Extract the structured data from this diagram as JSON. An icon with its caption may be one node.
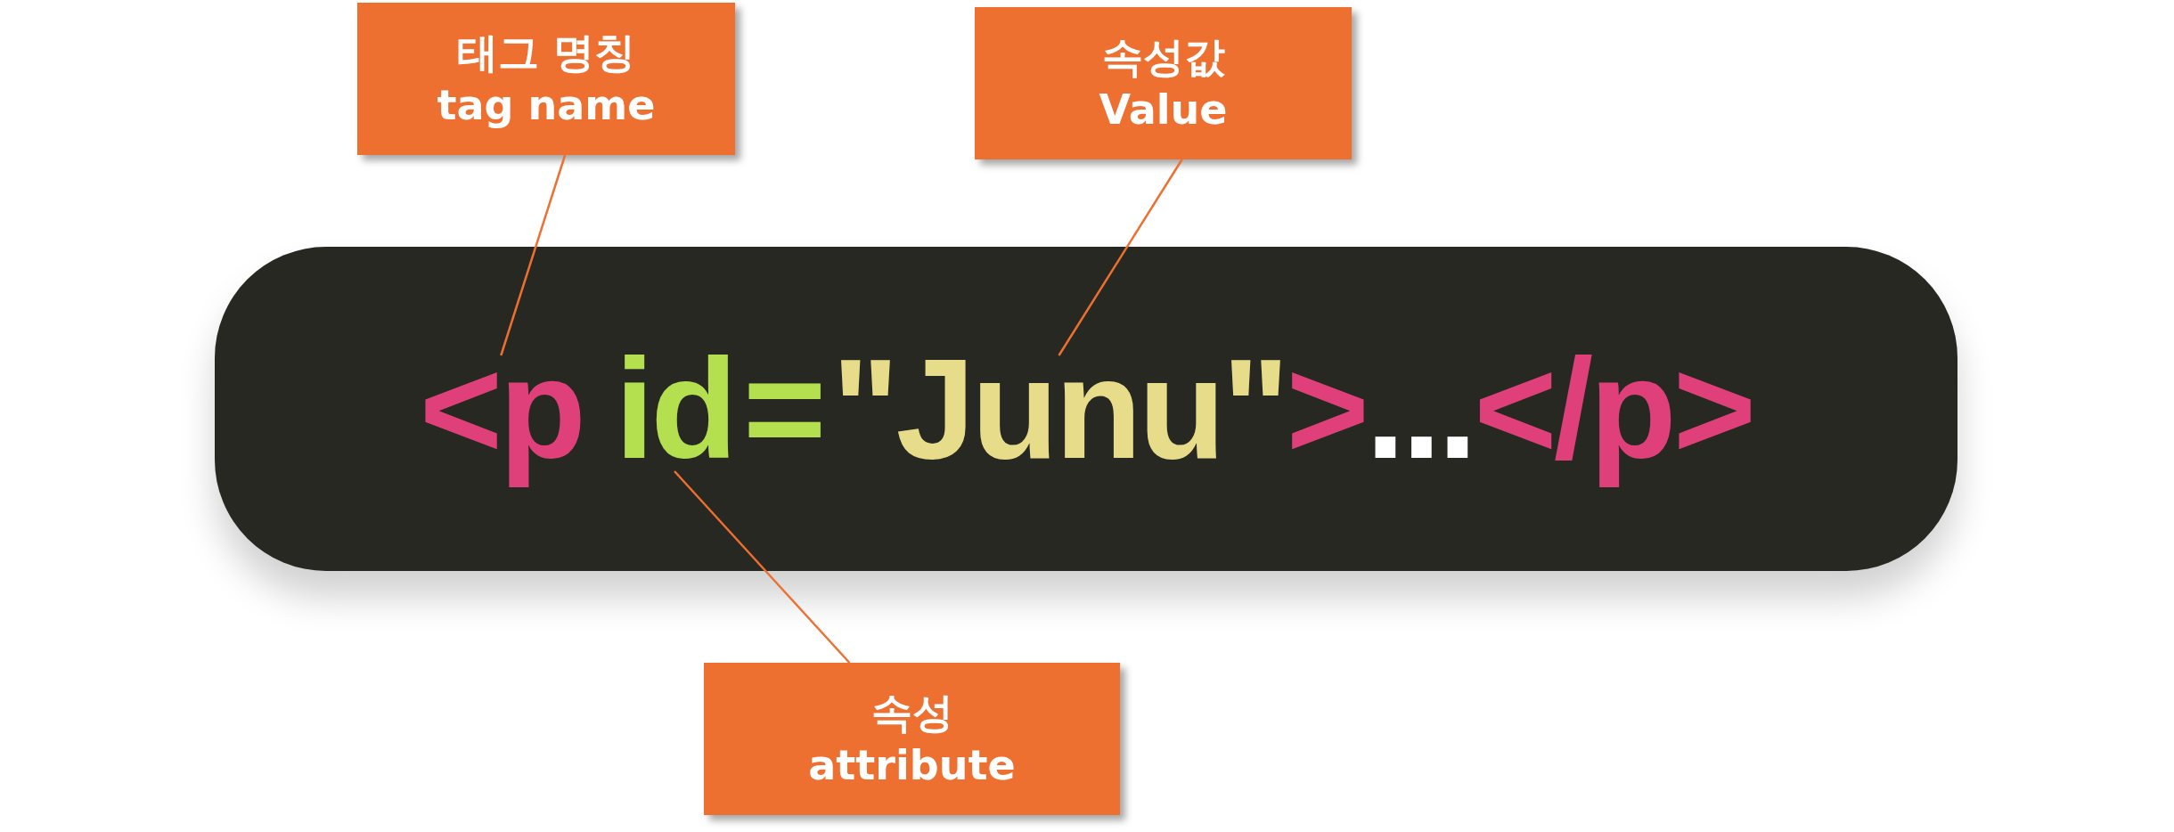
{
  "diagram": {
    "nodes": [
      {
        "text": [
          "태그 명칭",
          "tag name"
        ]
      },
      {
        "text": [
          "속성값",
          "Value"
        ]
      },
      {
        "text": [],
        "shape": "box"
      },
      {
        "text": [
          "<p"
        ],
        "in": 2
      },
      {
        "text": [
          "id"
        ],
        "in": 2
      },
      {
        "text": [
          "="
        ],
        "in": 2
      },
      {
        "text": [
          "\"Junu\""
        ],
        "in": 2
      },
      {
        "text": [
          ">"
        ],
        "in": 2
      },
      {
        "text": [
          "..."
        ],
        "in": 2
      },
      {
        "text": [
          "</p>"
        ],
        "in": 2
      },
      {
        "text": [
          "속성",
          "attribute"
        ]
      }
    ],
    "edges": [
      {
        "from": 0,
        "to": 3,
        "arrow": "none"
      },
      {
        "from": 1,
        "to": 6,
        "arrow": "none"
      },
      {
        "from": 10,
        "to": 4,
        "arrow": "none"
      }
    ]
  }
}
